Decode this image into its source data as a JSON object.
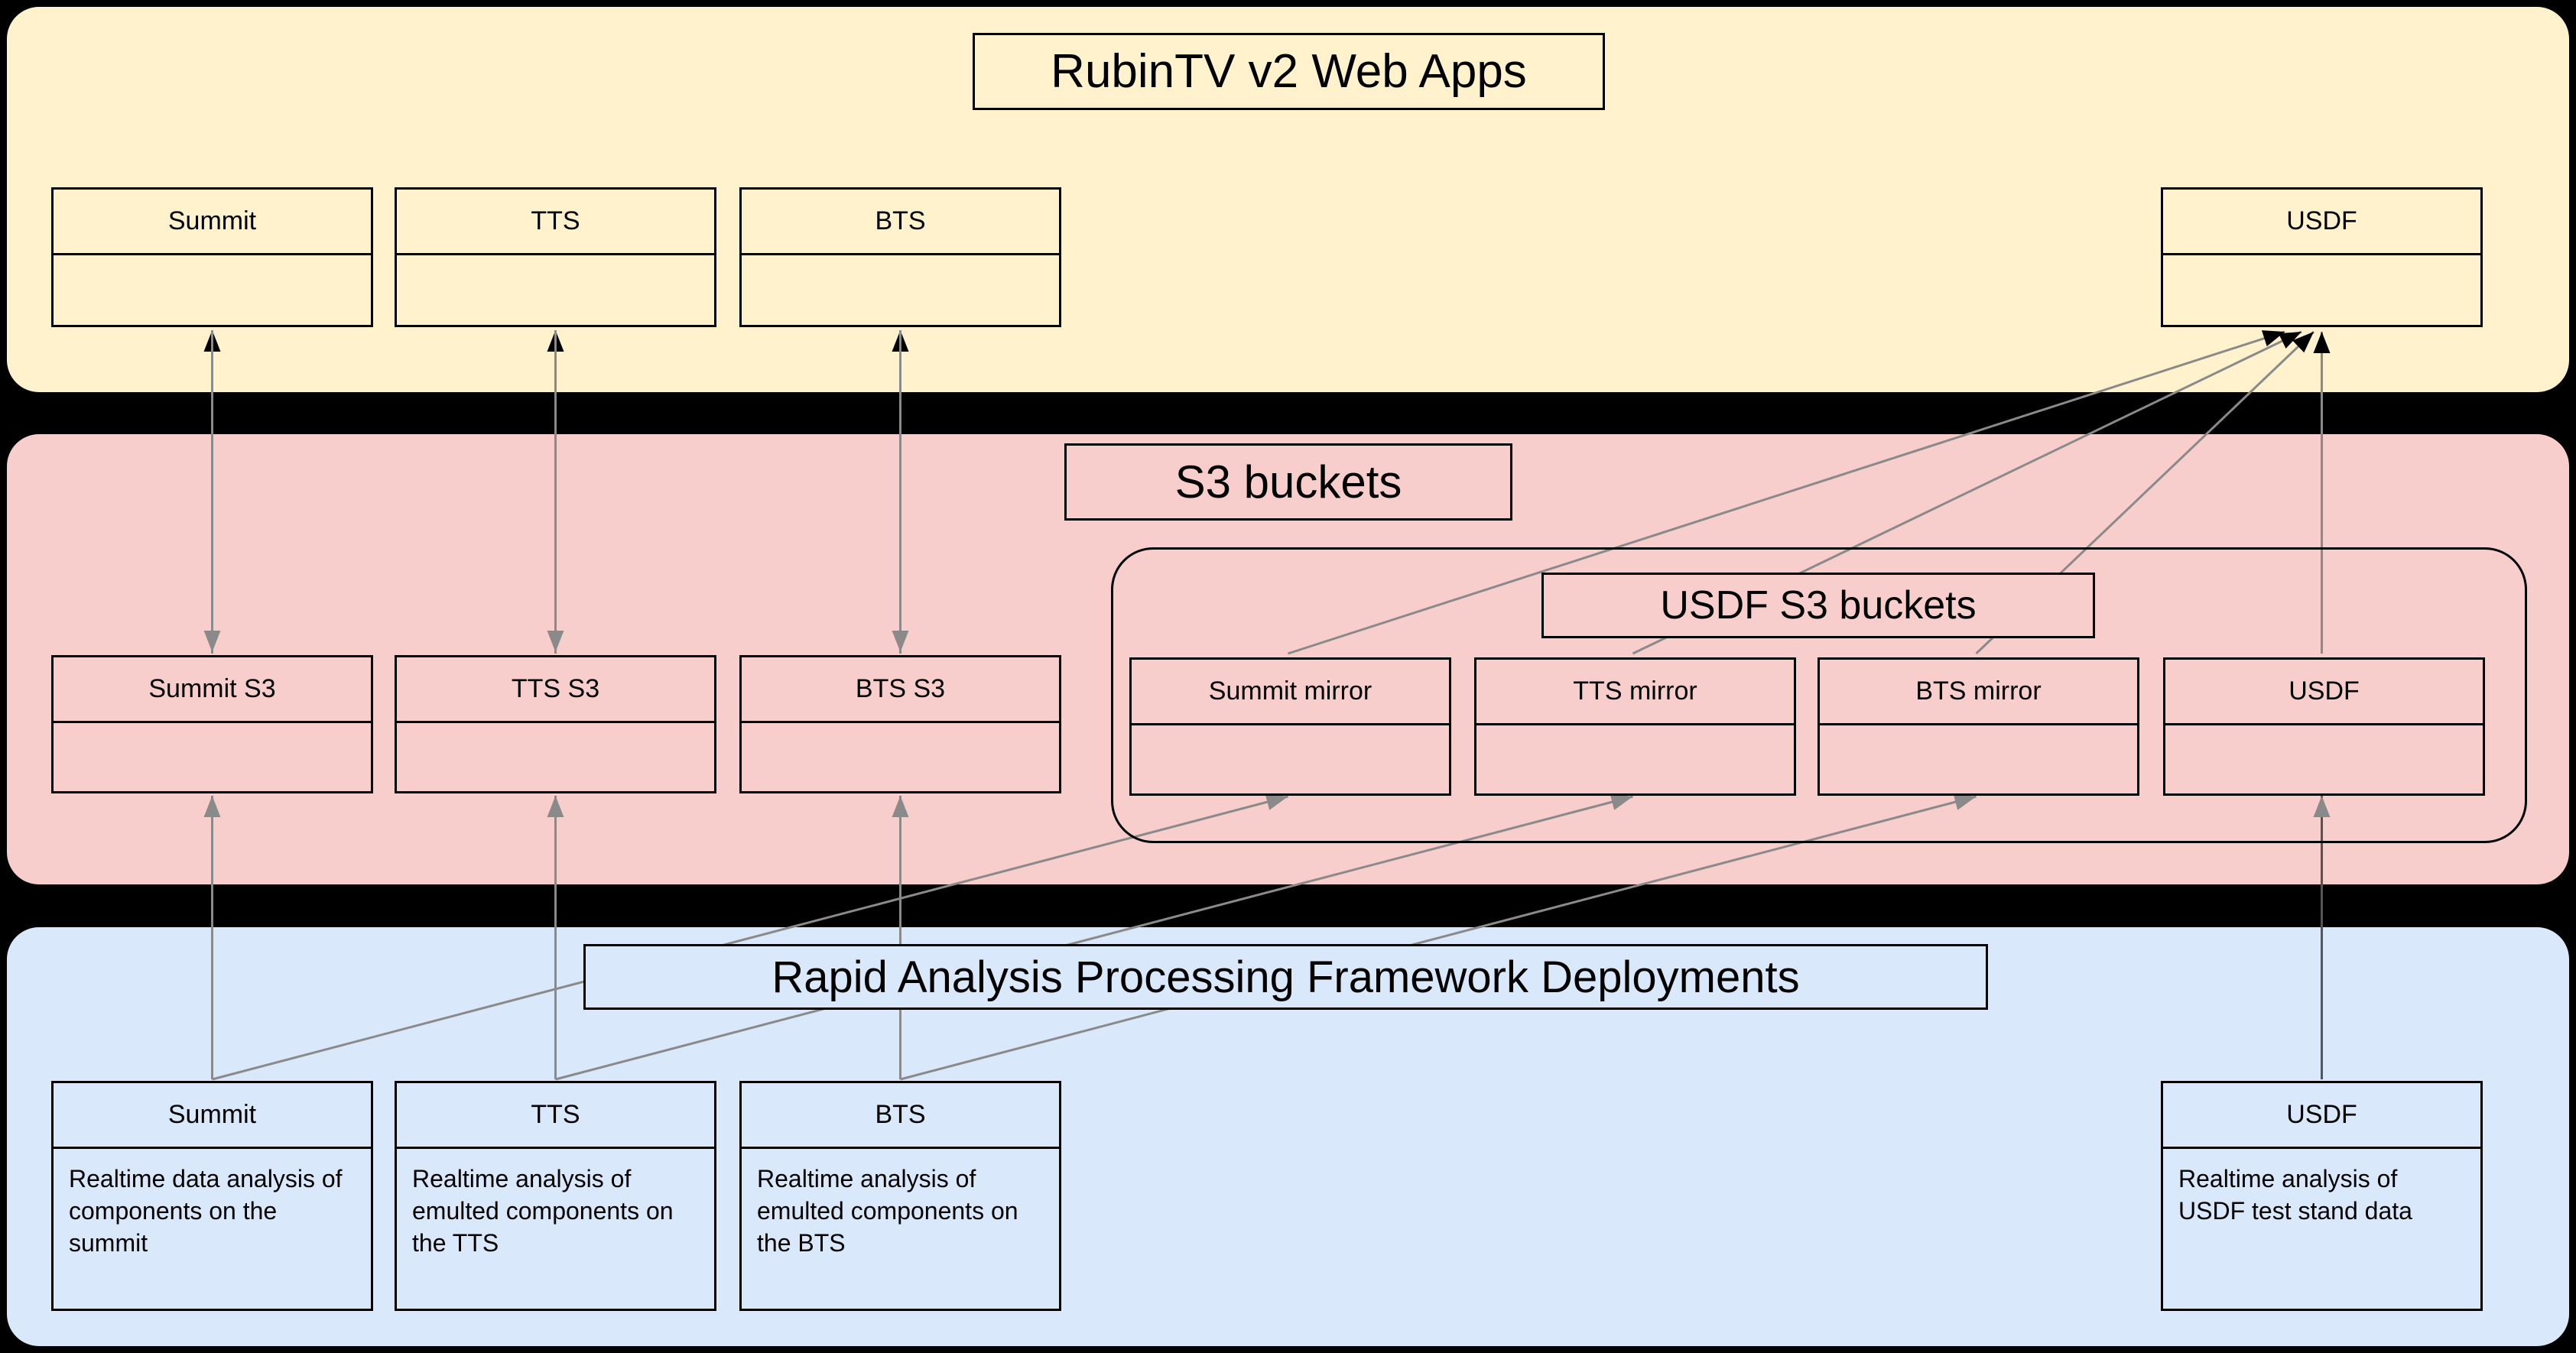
{
  "diagram": {
    "web_apps": {
      "title": "RubinTV v2 Web Apps",
      "boxes": [
        {
          "label": "Summit"
        },
        {
          "label": "TTS"
        },
        {
          "label": "BTS"
        },
        {
          "label": "USDF"
        }
      ]
    },
    "s3": {
      "title": "S3 buckets",
      "boxes": [
        {
          "label": "Summit S3"
        },
        {
          "label": "TTS S3"
        },
        {
          "label": "BTS S3"
        }
      ],
      "usdf_group": {
        "title": "USDF S3 buckets",
        "boxes": [
          {
            "label": "Summit mirror"
          },
          {
            "label": "TTS mirror"
          },
          {
            "label": "BTS mirror"
          },
          {
            "label": "USDF"
          }
        ]
      }
    },
    "deployments": {
      "title": "Rapid Analysis Processing Framework Deployments",
      "boxes": [
        {
          "label": "Summit",
          "description": "Realtime data analysis of components on the summit"
        },
        {
          "label": "TTS",
          "description": "Realtime analysis of emulted components on the TTS"
        },
        {
          "label": "BTS",
          "description": "Realtime analysis of emulted components on the BTS"
        },
        {
          "label": "USDF",
          "description": "Realtime analysis of USDF test stand data"
        }
      ]
    },
    "colors": {
      "band_yellow": "#fff2cc",
      "band_red": "#f8cecc",
      "band_blue": "#dae8fc",
      "line_gray": "#8a8a8a",
      "arrow_black": "#000000"
    }
  }
}
